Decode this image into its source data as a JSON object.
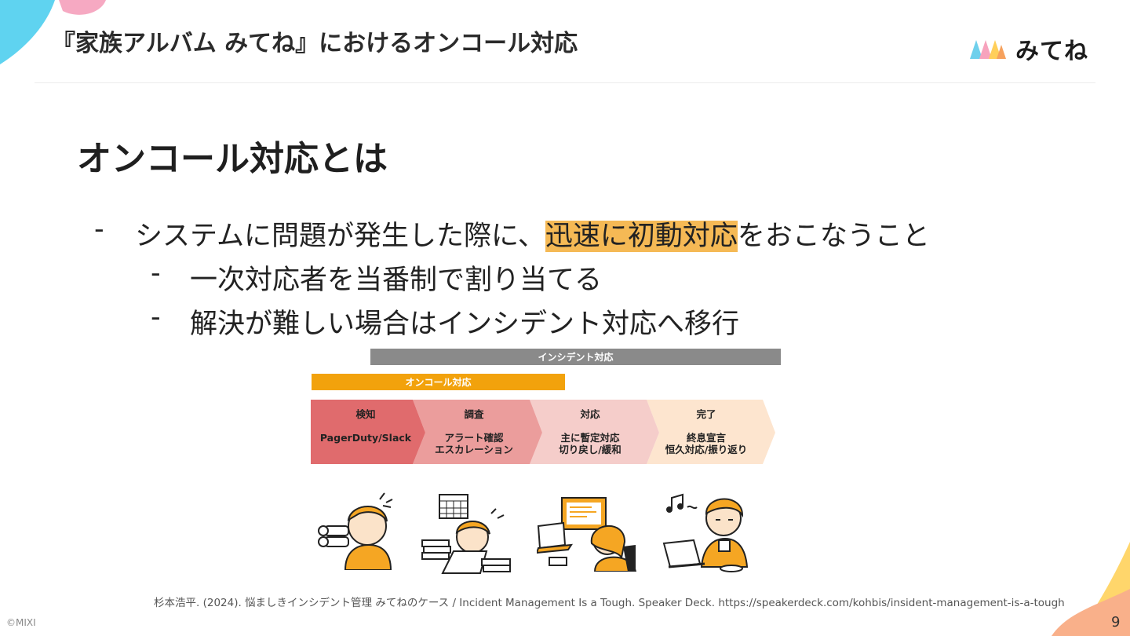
{
  "header": {
    "title": "『家族アルバム みてね』におけるオンコール対応",
    "logo_text": "みてね"
  },
  "slide": {
    "heading": "オンコール対応とは",
    "bullets": [
      {
        "dash": "-",
        "before": "システムに問題が発生した際に、",
        "highlight": "迅速に初動対応",
        "after": "をおこなうこと"
      },
      {
        "dash": "-",
        "text": "一次対応者を当番制で割り当てる"
      },
      {
        "dash": "-",
        "text": "解決が難しい場合はインシデント対応へ移行"
      }
    ]
  },
  "diagram": {
    "incident_bar_label": "インシデント対応",
    "oncall_bar_label": "オンコール対応",
    "stages": [
      {
        "title": "検知",
        "line1": "PagerDuty/Slack",
        "line2": ""
      },
      {
        "title": "調査",
        "line1": "アラート確認",
        "line2": "エスカレーション"
      },
      {
        "title": "対応",
        "line1": "主に暫定対応",
        "line2": "切り戻し/緩和"
      },
      {
        "title": "完了",
        "line1": "終息宣言",
        "line2": "恒久対応/振り返り"
      }
    ],
    "colors": {
      "incident_bar": "#8a8a8a",
      "oncall_bar": "#f2a20c",
      "stage_1": "#e06b6d",
      "stage_2": "#eb9d9c",
      "stage_3": "#f5cdca",
      "stage_4": "#fde5cf"
    },
    "illustrations": [
      "person-looking-through-binoculars-icon",
      "person-stressed-at-desk-icon",
      "person-working-at-computer-icon",
      "person-relaxing-with-coffee-icon"
    ]
  },
  "footer": {
    "citation": "杉本浩平. (2024). 悩ましきインシデント管理 みてねのケース / Incident Management Is a Tough. Speaker Deck. https://speakerdeck.com/kohbis/insident-management-is-a-tough",
    "copyright": "©MIXI",
    "page_number": "9"
  }
}
